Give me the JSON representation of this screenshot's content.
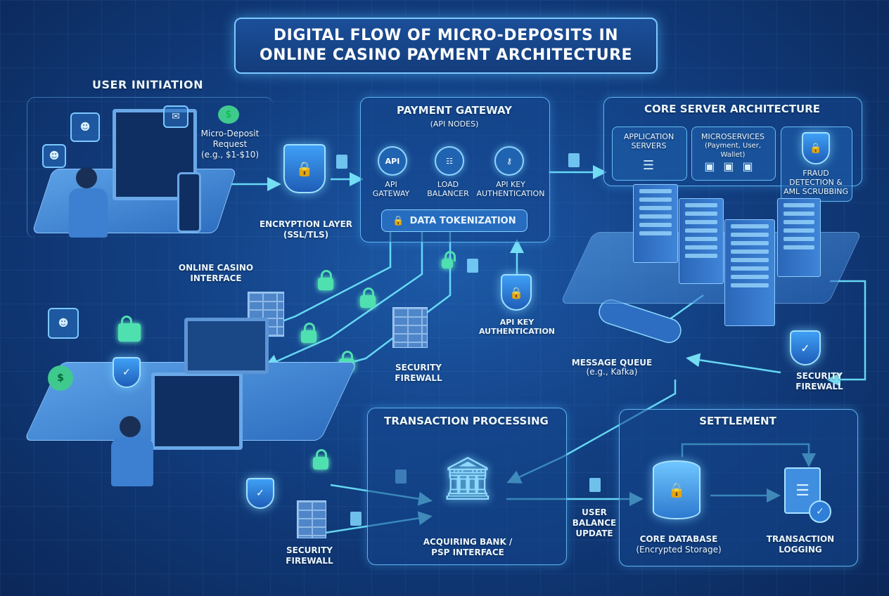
{
  "title": {
    "line1": "DIGITAL FLOW OF MICRO-DEPOSITS IN",
    "line2": "ONLINE CASINO PAYMENT ARCHITECTURE"
  },
  "user_initiation": {
    "header": "USER INITIATION",
    "request_line1": "Micro-Deposit",
    "request_line2": "Request",
    "request_line3": "(e.g., $1-$10)",
    "interface_line1": "ONLINE CASINO",
    "interface_line2": "INTERFACE"
  },
  "encryption": {
    "line1": "ENCRYPTION LAYER",
    "line2": "(SSL/TLS)"
  },
  "payment_gateway": {
    "header": "PAYMENT GATEWAY",
    "subheader": "(API NODES)",
    "api_icon": "API",
    "node1_line1": "API",
    "node1_line2": "GATEWAY",
    "node2_line1": "LOAD",
    "node2_line2": "BALANCER",
    "node3_line1": "API KEY",
    "node3_line2": "AUTHENTICATION",
    "tokenization": "DATA TOKENIZATION"
  },
  "api_key_auth": {
    "line1": "API KEY",
    "line2": "AUTHENTICATION"
  },
  "core_server": {
    "header": "CORE SERVER ARCHITECTURE",
    "app_line1": "APPLICATION",
    "app_line2": "SERVERS",
    "micro_line1": "MICROSERVICES",
    "micro_line2": "(Payment, User, Wallet)",
    "fraud_line1": "FRAUD",
    "fraud_line2": "DETECTION &",
    "fraud_line3": "AML SCRUBBING"
  },
  "firewalls": {
    "center_line1": "SECURITY",
    "center_line2": "FIREWALL",
    "right_line1": "SECURITY",
    "right_line2": "FIREWALL",
    "bottom_line1": "SECURITY",
    "bottom_line2": "FIREWALL"
  },
  "message_queue": {
    "line1": "MESSAGE QUEUE",
    "line2": "(e.g., Kafka)"
  },
  "transaction_processing": {
    "header": "TRANSACTION PROCESSING",
    "bank_line1": "ACQUIRING BANK /",
    "bank_line2": "PSP INTERFACE"
  },
  "balance_update": {
    "line1": "USER",
    "line2": "BALANCE",
    "line3": "UPDATE"
  },
  "settlement": {
    "header": "SETTLEMENT",
    "db_line1": "CORE DATABASE",
    "db_line2": "(Encrypted Storage)",
    "log_line1": "TRANSACTION",
    "log_line2": "LOGGING"
  },
  "colors": {
    "background": "#123f82",
    "panel_border": "#5fb4f0",
    "flow_line": "#6fe8ff",
    "lock_green": "#4fe0b0"
  }
}
